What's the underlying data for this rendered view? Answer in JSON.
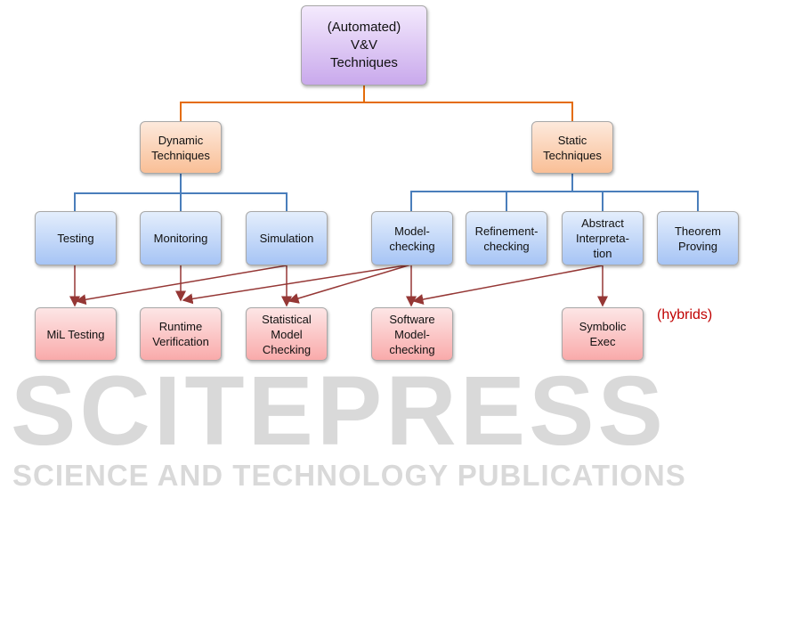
{
  "root": "(Automated)\nV&V\nTechniques",
  "categories": [
    "Dynamic\nTechniques",
    "Static\nTechniques"
  ],
  "techniques": [
    "Testing",
    "Monitoring",
    "Simulation",
    "Model-\nchecking",
    "Refinement-\nchecking",
    "Abstract\nInterpreta-\ntion",
    "Theorem\nProving"
  ],
  "hybrids": [
    "MiL Testing",
    "Runtime\nVerification",
    "Statistical\nModel\nChecking",
    "Software\nModel-\nchecking",
    "Symbolic\nExec"
  ],
  "hybrids_label": "(hybrids)",
  "watermark": {
    "main": "SCITEPRESS",
    "sub": "SCIENCE AND TECHNOLOGY PUBLICATIONS"
  },
  "colors": {
    "tree_top": "#e46c0a",
    "tree_mid": "#4a7ebb",
    "arrows": "#953735"
  }
}
